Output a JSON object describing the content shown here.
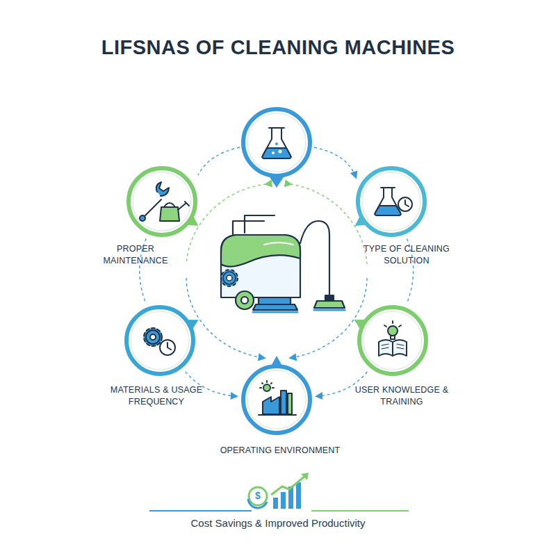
{
  "diagram": {
    "title": "LIFSNAS OF CLEANING MACHINES",
    "caption": "Cost Savings & Improved Productivity",
    "nodes": [
      {
        "text": [
          "PROPER MAINTENANCE"
        ]
      },
      {
        "text": [
          "TYPE OF CLEANING SOLUTION"
        ]
      },
      {
        "text": [
          "MATERIALS & USAGE FREQUENCY"
        ]
      },
      {
        "text": [
          "USER KNOWLEDGE & TRAINING"
        ]
      },
      {
        "text": [
          "OPERATING ENVIRONMENT"
        ]
      }
    ],
    "edges": [
      {
        "from": 0,
        "to": 2,
        "arrow": "none"
      },
      {
        "from": 1,
        "to": 3,
        "arrow": "none"
      },
      {
        "from": 2,
        "to": 4,
        "arrow": "to"
      },
      {
        "from": 3,
        "to": 4,
        "arrow": "to"
      }
    ],
    "labels": [
      "$"
    ]
  }
}
